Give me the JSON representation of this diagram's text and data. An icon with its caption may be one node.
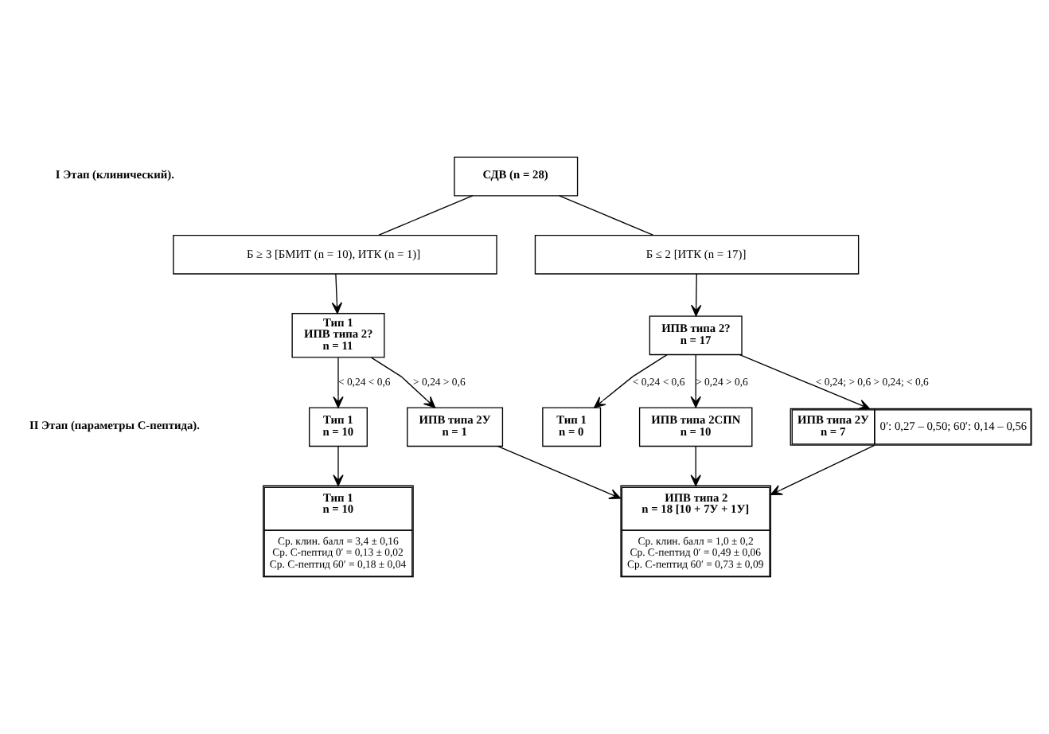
{
  "diagram": {
    "nodes": [
      {
        "text": [
          "СДВ (n = 28)"
        ]
      },
      {
        "text": [
          "Б ≥ 3 [БМИТ (n = 10), ИТК (n = 1)]"
        ]
      },
      {
        "text": [
          "Б ≤ 2 [ИТК (n = 17)]"
        ]
      },
      {
        "text": [
          "Тип 1",
          "ИПВ типа 2?",
          "n = 11"
        ]
      },
      {
        "text": [
          "ИПВ типа 2?",
          "n = 17"
        ]
      },
      {
        "text": [
          "Тип 1",
          "n = 10"
        ]
      },
      {
        "text": [
          "ИПВ типа 2У",
          "n = 1"
        ]
      },
      {
        "text": [
          "Тип 1",
          "n = 0"
        ]
      },
      {
        "text": [
          "ИПВ типа 2СПN",
          "n = 10"
        ]
      },
      {
        "text": [
          "ИПВ типа 2У",
          "n = 7",
          "0′: 0,27 – 0,50; 60′: 0,14 – 0,56"
        ]
      },
      {
        "text": [
          "Тип 1",
          "n = 10",
          "Ср. клин. балл = 3,4 ± 0,16",
          "Ср. С-пептид 0′ = 0,13 ± 0,02",
          "Ср. С-пептид 60′ = 0,18 ± 0,04"
        ]
      },
      {
        "text": [
          "ИПВ типа 2",
          "n = 18 [10 + 7У + 1У]",
          "Ср. клин. балл = 1,0 ± 0,2",
          "Ср. С-пептид 0′ = 0,49 ± 0,06",
          "Ср. С-пептид 60′ = 0,73 ± 0,09"
        ]
      }
    ],
    "edges": [
      {
        "from": 0,
        "to": 1,
        "arrow": "none"
      },
      {
        "from": 0,
        "to": 2,
        "arrow": "none"
      },
      {
        "from": 1,
        "to": 3,
        "arrow": "to"
      },
      {
        "from": 2,
        "to": 4,
        "arrow": "to"
      },
      {
        "from": 3,
        "to": 5,
        "arrow": "to",
        "label": "< 0,24 < 0,6"
      },
      {
        "from": 3,
        "to": 6,
        "arrow": "to",
        "label": "> 0,24 > 0,6"
      },
      {
        "from": 4,
        "to": 7,
        "arrow": "to",
        "label": "< 0,24 < 0,6"
      },
      {
        "from": 4,
        "to": 8,
        "arrow": "to",
        "label": "> 0,24 > 0,6"
      },
      {
        "from": 4,
        "to": 9,
        "arrow": "to",
        "label": "< 0,24; > 0,6 > 0,24; < 0,6"
      },
      {
        "from": 5,
        "to": 10,
        "arrow": "to"
      },
      {
        "from": 6,
        "to": 11,
        "arrow": "to"
      },
      {
        "from": 9,
        "to": 11,
        "arrow": "to"
      },
      {
        "from": 8,
        "to": 11,
        "arrow": "to"
      }
    ],
    "labels": [
      "I Этап (клинический).",
      "II Этап (параметры С-пептида)."
    ]
  }
}
